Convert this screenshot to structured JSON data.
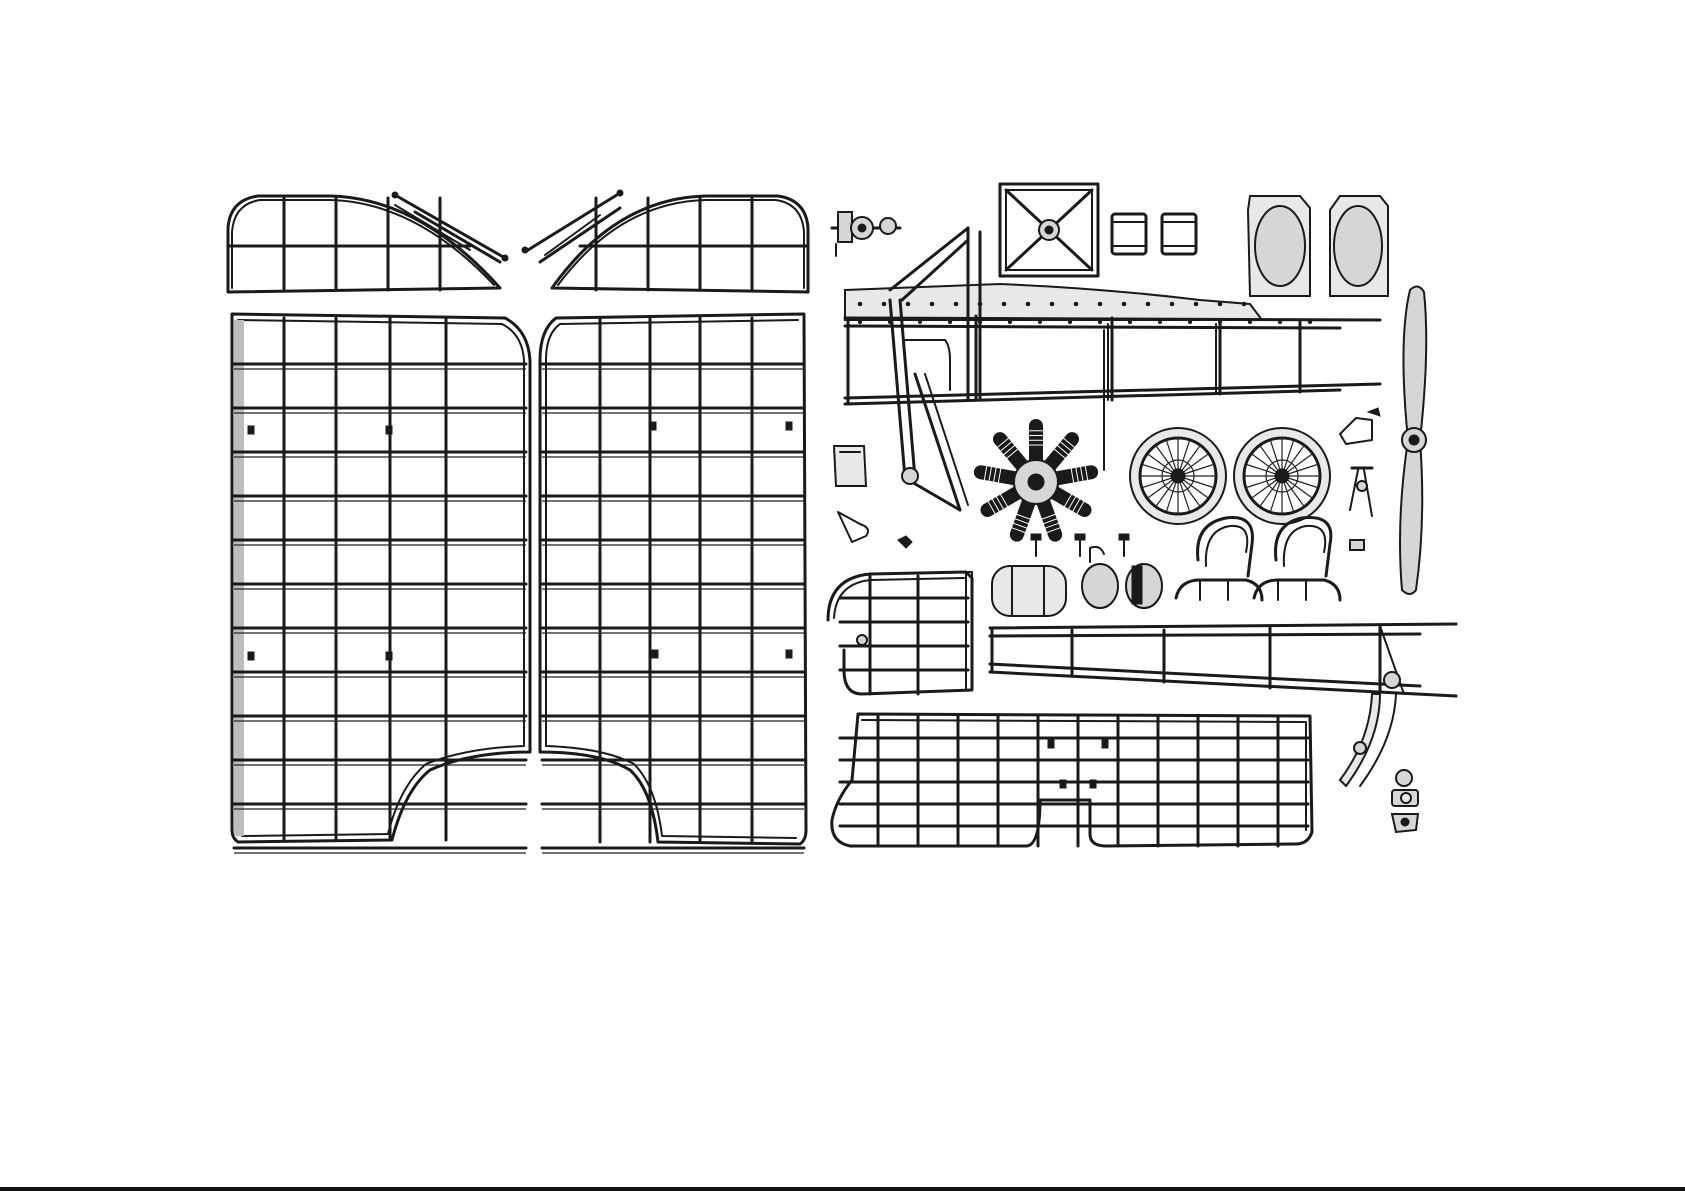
{
  "document": {
    "kind": "aircraft model parts layout"
  },
  "colors": {
    "background": "#ffffff",
    "line": "#1a1a1a",
    "shade": "#d6d6d6"
  },
  "parts": [
    {
      "id": "upper-wing-tip-left",
      "icon": "wing-tip-frame-icon"
    },
    {
      "id": "upper-wing-tip-right",
      "icon": "wing-tip-frame-icon"
    },
    {
      "id": "left-wing-panel",
      "icon": "wing-rib-frame-icon"
    },
    {
      "id": "right-wing-panel",
      "icon": "wing-rib-frame-icon"
    },
    {
      "id": "wing-struts",
      "icon": "strut-icon"
    },
    {
      "id": "engine-mount",
      "icon": "engine-mount-icon"
    },
    {
      "id": "radiator-frame",
      "icon": "radiator-icon"
    },
    {
      "id": "small-panels",
      "icon": "panel-icon"
    },
    {
      "id": "cowling-panels",
      "icon": "cowling-icon"
    },
    {
      "id": "propeller",
      "icon": "propeller-icon"
    },
    {
      "id": "fuselage-frame",
      "icon": "fuselage-frame-icon"
    },
    {
      "id": "rotary-engine",
      "icon": "rotary-engine-icon"
    },
    {
      "id": "wheels",
      "icon": "spoked-wheel-icon"
    },
    {
      "id": "seats",
      "icon": "seat-icon"
    },
    {
      "id": "fuel-tank",
      "icon": "tank-icon"
    },
    {
      "id": "rudder",
      "icon": "rudder-frame-icon"
    },
    {
      "id": "tail-boom",
      "icon": "tail-boom-icon"
    },
    {
      "id": "tailplane",
      "icon": "tailplane-frame-icon"
    },
    {
      "id": "tail-skid",
      "icon": "tail-skid-icon"
    },
    {
      "id": "small-fittings",
      "icon": "fitting-icon"
    }
  ]
}
